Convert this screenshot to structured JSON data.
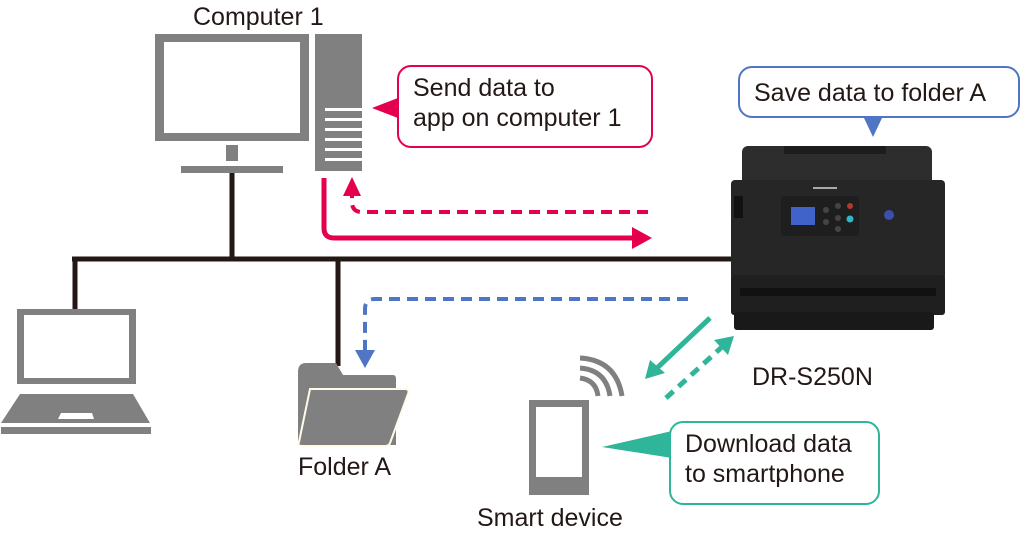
{
  "labels": {
    "computer": "Computer 1",
    "folder": "Folder A",
    "scanner": "DR-S250N",
    "smart_device": "Smart device"
  },
  "callouts": {
    "send_app": {
      "line1": "Send data to",
      "line2": "app on computer 1",
      "color": "#e5004f"
    },
    "save_folder": {
      "text": "Save data to folder A",
      "color": "#4f76c4"
    },
    "download_phone": {
      "line1": "Download data",
      "line2": "to smartphone",
      "color": "#2fb69a"
    }
  },
  "colors": {
    "network_line": "#231815",
    "device_gray": "#808080",
    "red_flow": "#e5004f",
    "blue_flow": "#4f76c4",
    "teal_flow": "#2fb69a",
    "scanner_body": "#2a2a2a"
  }
}
